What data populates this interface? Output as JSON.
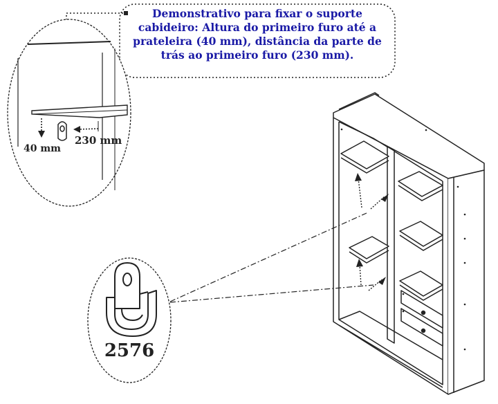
{
  "callout": {
    "text": "Demonstrativo para fixar o suporte cabideiro: Altura do primeiro furo até a prateleira (40 mm), distância da parte de trás ao primeiro furo (230 mm)."
  },
  "detail": {
    "height_label": "40 mm",
    "depth_label": "230 mm"
  },
  "part": {
    "code": "2576"
  },
  "colors": {
    "callout_text": "#1a1aa6",
    "line": "#222222"
  }
}
